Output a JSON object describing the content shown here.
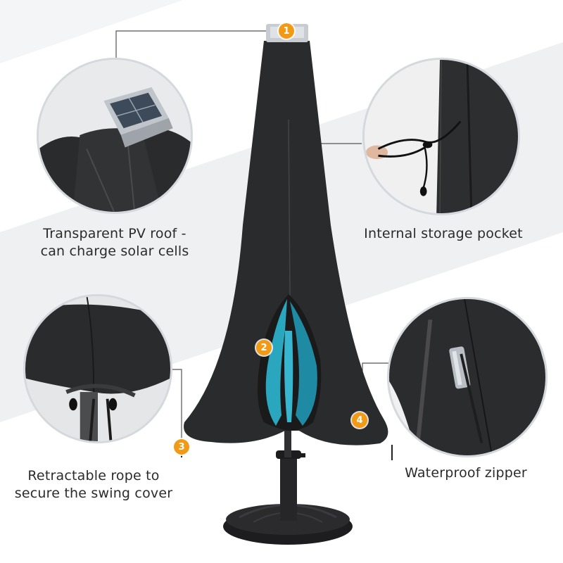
{
  "features": [
    {
      "number": "1",
      "caption_line1": "Transparent PV roof -",
      "caption_line2": "can charge solar cells"
    },
    {
      "number": "2",
      "caption_line1": "Internal storage pocket",
      "caption_line2": ""
    },
    {
      "number": "3",
      "caption_line1": "Retractable rope to",
      "caption_line2": "secure the swing cover"
    },
    {
      "number": "4",
      "caption_line1": "Waterproof zipper",
      "caption_line2": ""
    }
  ],
  "colors": {
    "badge": "#f29a16",
    "cover": "#2a2b2d",
    "umbrella": "#2aa6bf",
    "circle_border": "#d5d8dc"
  },
  "icons": {
    "solar_panel": "solar-panel-icon",
    "pocket": "storage-pocket-icon",
    "rope": "drawstring-rope-icon",
    "zipper": "zipper-icon"
  }
}
